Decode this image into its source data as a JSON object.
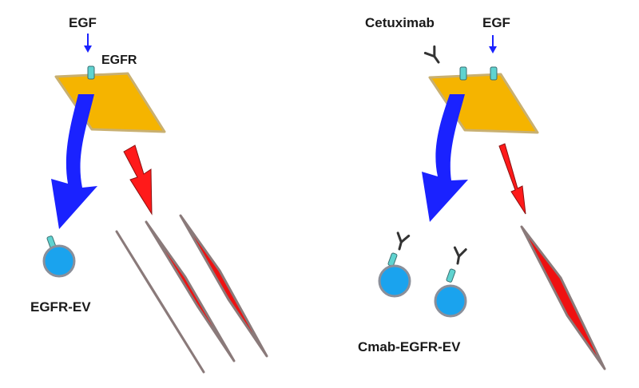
{
  "left_panel": {
    "ligand_label": "EGF",
    "receptor_label": "EGFR",
    "vesicle_label": "EGFR-EV"
  },
  "right_panel": {
    "antibody_label": "Cetuximab",
    "ligand_label": "EGF",
    "vesicle_label": "Cmab-EGFR-EV"
  },
  "colors": {
    "cell": "#f5b400",
    "cell_border": "#c9b070",
    "receptor": "#5fd3d0",
    "ligand_arrow": "#1a22ff",
    "vesicle_arrow": "#1a22ff",
    "fibroblast_arrow": "#ff1a1a",
    "vesicle_fill": "#1aa3ee",
    "vesicle_border": "#8a8f9a",
    "fibroblast_fill": "#ee1111",
    "fibroblast_border": "#8a7a7a",
    "antibody": "#333333"
  }
}
